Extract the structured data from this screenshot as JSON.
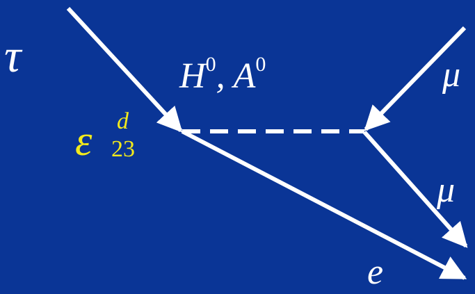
{
  "diagram": {
    "background_color": "#0a3596",
    "line_color": "#ffffff",
    "coupling_color": "#f2ea1c",
    "labels": {
      "incoming_lepton": "τ",
      "mediator": "H",
      "mediator_sup": "0",
      "mediator_sep": ", ",
      "mediator_alt": "A",
      "mediator_alt_sup": "0",
      "coupling_symbol": "ε",
      "coupling_superscript": "d",
      "coupling_subscript": "23",
      "incoming_right_lepton": "μ",
      "outgoing_right_lepton": "μ",
      "outgoing_lepton": "e"
    }
  }
}
